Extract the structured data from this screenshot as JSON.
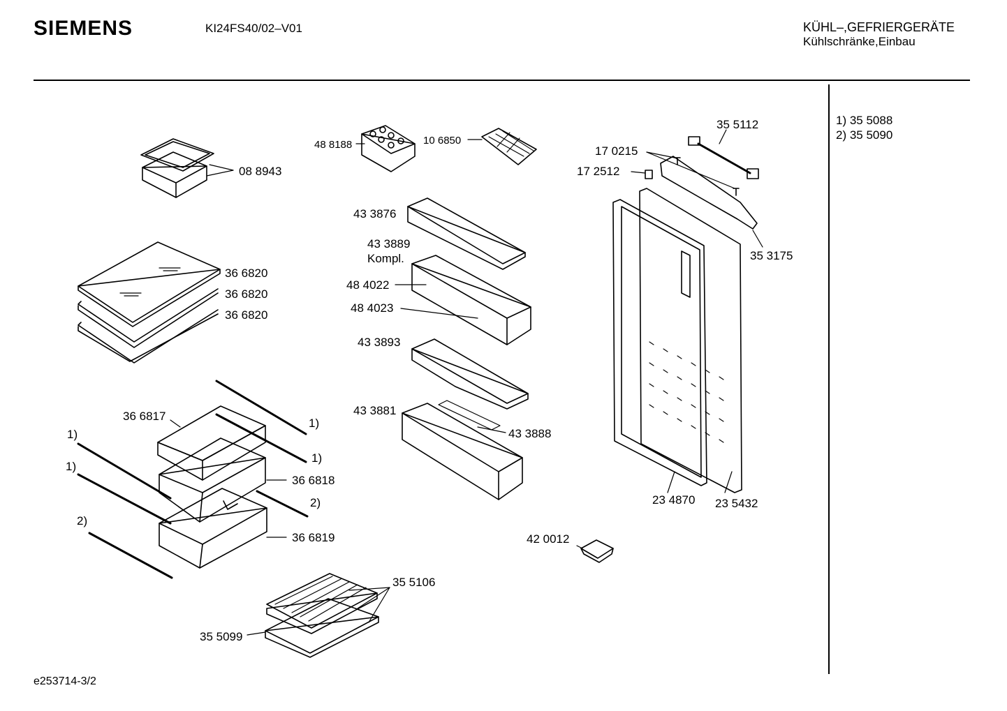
{
  "header": {
    "brand": "SIEMENS",
    "model": "KI24FS40/02–V01",
    "category_line1": "KÜHL–,GEFRIERGERÄTE",
    "category_line2": "Kühlschränke,Einbau"
  },
  "notes": [
    "1)  35 5088",
    "2)  35 5090"
  ],
  "footer": {
    "drawing_id": "e253714-3/2"
  },
  "parts": {
    "p_088943": "08 8943",
    "p_366820a": "36 6820",
    "p_366820b": "36 6820",
    "p_366820c": "36 6820",
    "p_366817": "36 6817",
    "p_366818": "36 6818",
    "p_366819": "36 6819",
    "n1_a": "1)",
    "n1_b": "1)",
    "n1_c": "1)",
    "n1_d": "1)",
    "n2_a": "2)",
    "n2_b": "2)",
    "p_355106": "35 5106",
    "p_355099": "35 5099",
    "p_488188": "48 8188",
    "p_106850": "10 6850",
    "p_433876": "43 3876",
    "p_433889": "43 3889",
    "p_kompl": "Kompl.",
    "p_484022": "48 4022",
    "p_484023": "48 4023",
    "p_433893": "43 3893",
    "p_433881": "43 3881",
    "p_433888": "43 3888",
    "p_420012": "42 0012",
    "p_355112": "35 5112",
    "p_170215": "17 0215",
    "p_172512": "17 2512",
    "p_353175": "35 3175",
    "p_234870": "23 4870",
    "p_235432": "23 5432"
  }
}
